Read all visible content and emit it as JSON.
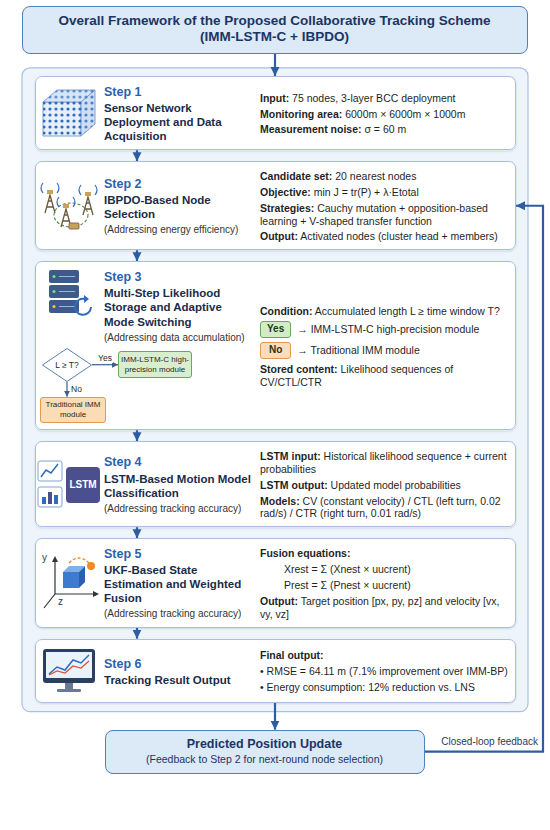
{
  "diagram": {
    "nodes": [
      {
        "text": [
          "Overall Framework of the Proposed Collaborative Tracking Scheme",
          "(IMM-LSTM-C + IBPDO)"
        ]
      },
      {
        "text": [
          "Step 1",
          "Sensor Network Deployment and Data Acquisition",
          "Input: 75 nodes, 3-layer BCC deployment",
          "Monitoring area: 6000m × 6000m × 1000m",
          "Measurement noise: σ = 60 m"
        ]
      },
      {
        "text": [
          "Step 2",
          "IBPDO-Based Node Selection",
          "(Addressing energy efficiency)",
          "Candidate set: 20 nearest nodes",
          "Objective: min J = tr(P) + λ·Etotal",
          "Strategies: Cauchy mutation + opposition-based learning + V-shaped transfer function",
          "Output: Activated nodes (cluster head + members)"
        ]
      },
      {
        "text": [
          "Step 3",
          "Multi-Step Likelihood Storage and Adaptive Mode Switching",
          "(Addressing data accumulation)",
          "Condition: Accumulated length L ≥ time window T?",
          "→ IMM-LSTM-C high-precision module",
          "→ Traditional IMM module",
          "Stored content: Likelihood sequences of CV/CTL/CTR"
        ]
      },
      {
        "text": [
          "L ≥ T?"
        ],
        "in": 3
      },
      {
        "text": [
          "IMM-LSTM-C high-precision module"
        ],
        "in": 3
      },
      {
        "text": [
          "Traditional IMM module"
        ],
        "in": 3
      },
      {
        "text": [
          "Yes"
        ],
        "in": 3
      },
      {
        "text": [
          "No"
        ],
        "in": 3
      },
      {
        "text": [
          "Step 4",
          "LSTM-Based Motion Model Classification",
          "(Addressing tracking accuracy)",
          "LSTM input: Historical likelihood sequence + current probabilities",
          "LSTM output: Updated model probabilities",
          "Models: CV (constant velocity) / CTL (left turn, 0.02 rad/s) / CTR (right turn, 0.01 rad/s)"
        ]
      },
      {
        "text": [
          "LSTM"
        ],
        "in": 9
      },
      {
        "text": [
          "Step 5",
          "UKF-Based State Estimation and Weighted Fusion",
          "(Addressing tracking accuracy)",
          "Fusion equations:",
          "Xrest = Σ (Xnest × uucrent)",
          "Prest = Σ (Pnest × uucrent)",
          "Output: Target position [px, py, pz] and velocity [vx, vy, vz]"
        ]
      },
      {
        "text": [
          "Step 6",
          "Tracking Result Output",
          "Final output:",
          "• RMSE = 64.11 m (7.1% improvement over IMM-BP)",
          "• Energy consumption: 12% reduction vs. LNS"
        ]
      },
      {
        "text": [
          "Predicted Position Update",
          "(Feedback to Step 2 for next-round node selection)"
        ]
      }
    ],
    "edges": [
      {
        "from": 0,
        "to": 1,
        "arrow": "to"
      },
      {
        "from": 1,
        "to": 2,
        "arrow": "to"
      },
      {
        "from": 2,
        "to": 3,
        "arrow": "to"
      },
      {
        "from": 3,
        "to": 9,
        "arrow": "to"
      },
      {
        "from": 9,
        "to": 11,
        "arrow": "to"
      },
      {
        "from": 11,
        "to": 12,
        "arrow": "to"
      },
      {
        "from": 12,
        "to": 13,
        "arrow": "to"
      },
      {
        "from": 13,
        "to": 2,
        "arrow": "to"
      },
      {
        "from": 4,
        "to": 5,
        "label": "Yes",
        "arrow": "to"
      },
      {
        "from": 4,
        "to": 6,
        "label": "No",
        "arrow": "to"
      }
    ],
    "labels": [
      "y",
      "z",
      "Closed-loop feedback"
    ]
  }
}
